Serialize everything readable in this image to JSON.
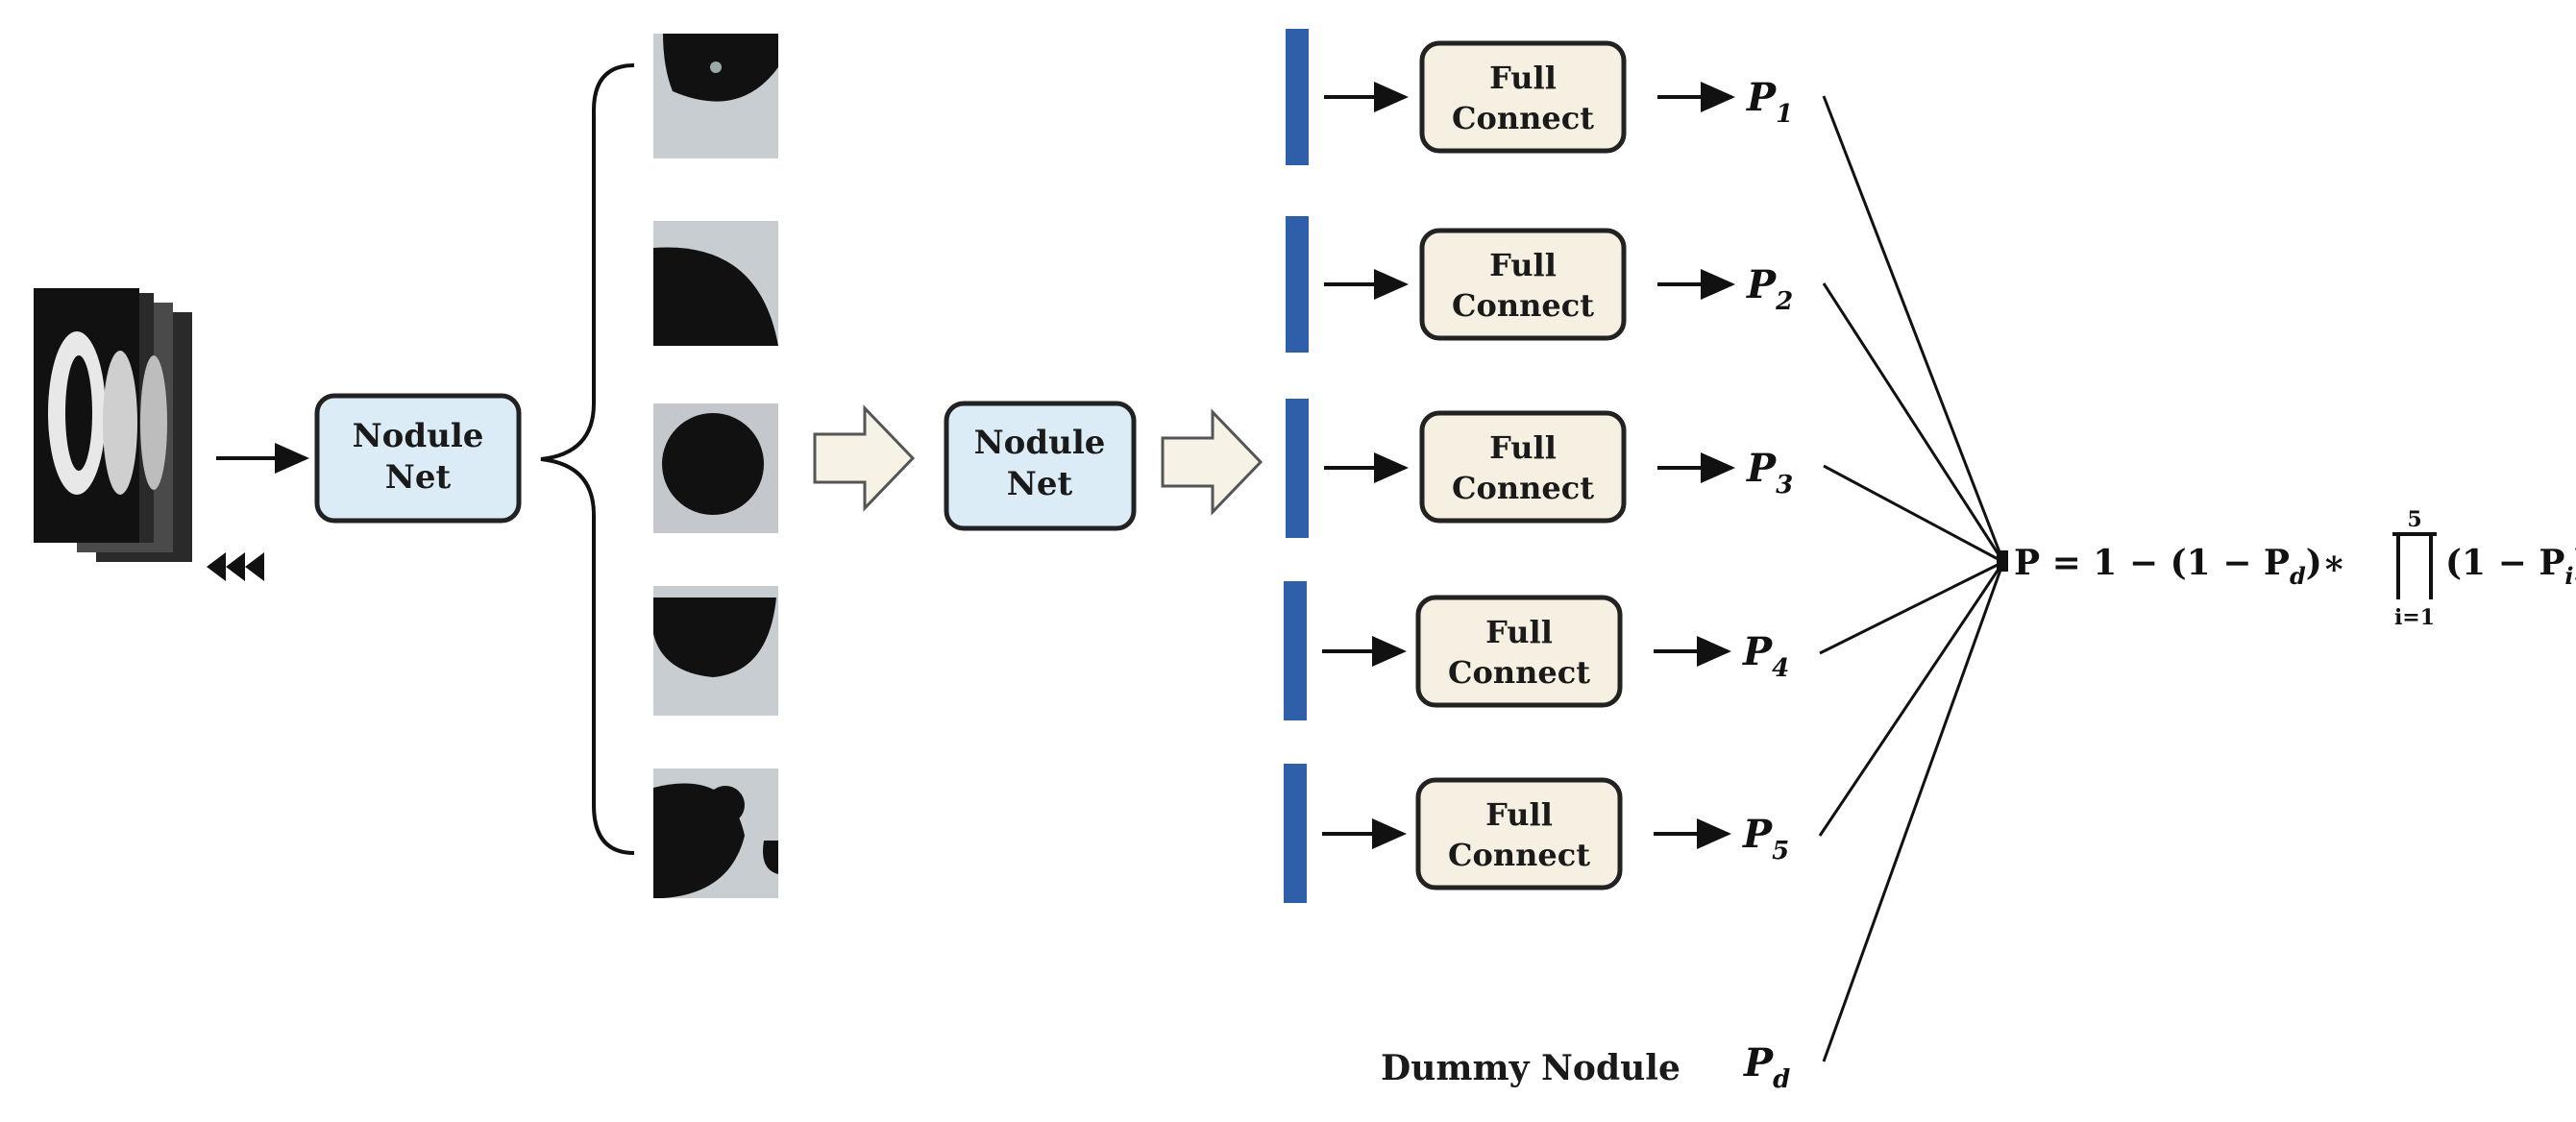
{
  "nodule_net_1": {
    "line1": "Nodule",
    "line2": "Net"
  },
  "nodule_net_2": {
    "line1": "Nodule",
    "line2": "Net"
  },
  "full_connect": [
    {
      "line1": "Full",
      "line2": "Connect"
    },
    {
      "line1": "Full",
      "line2": "Connect"
    },
    {
      "line1": "Full",
      "line2": "Connect"
    },
    {
      "line1": "Full",
      "line2": "Connect"
    },
    {
      "line1": "Full",
      "line2": "Connect"
    }
  ],
  "outputs": [
    {
      "symbol": "P",
      "sub": "1"
    },
    {
      "symbol": "P",
      "sub": "2"
    },
    {
      "symbol": "P",
      "sub": "3"
    },
    {
      "symbol": "P",
      "sub": "4"
    },
    {
      "symbol": "P",
      "sub": "5"
    }
  ],
  "dummy": {
    "label": "Dummy Nodule",
    "symbol": "P",
    "sub": "d"
  },
  "formula": {
    "lhs": "P = 1 − (1 − P",
    "lhs_sub": "d",
    "mid": ")∗",
    "prod_upper": "5",
    "prod_lower": "i=1",
    "rhs": "(1 − P",
    "rhs_sub": "i",
    "close": ")"
  },
  "colors": {
    "box_fill": "#dcecf7",
    "box_stroke": "#222222",
    "fc_fill": "#f5f0e2",
    "feature_bar": "#2f5fa8",
    "hollow_arrow_fill": "#f6f3e6"
  }
}
